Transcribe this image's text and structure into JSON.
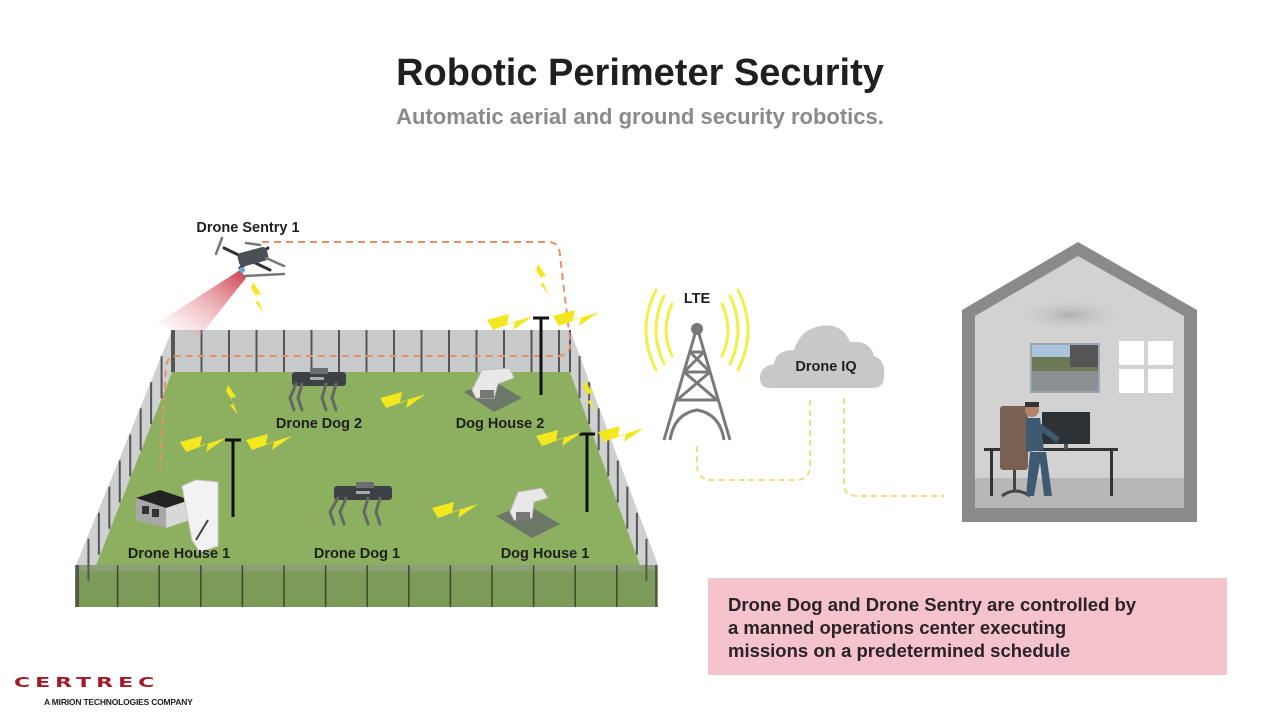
{
  "header": {
    "title": "Robotic Perimeter Security",
    "subtitle": "Automatic aerial and ground security robotics."
  },
  "scene": {
    "drone_sentry_label": "Drone Sentry 1",
    "devices": [
      {
        "label": "Drone Dog 2",
        "type": "robot-dog"
      },
      {
        "label": "Dog House 2",
        "type": "dog-house"
      },
      {
        "label": "Drone House 1",
        "type": "drone-house"
      },
      {
        "label": "Drone Dog 1",
        "type": "robot-dog"
      },
      {
        "label": "Dog House 1",
        "type": "dog-house"
      }
    ],
    "lte_label": "LTE",
    "cloud_label": "Drone IQ",
    "operations_center": "manned-operations-center"
  },
  "colors": {
    "grass": "#8cb060",
    "fence": "#c9cacb",
    "signal": "#f3e81f",
    "drone_path": "#e8906a",
    "data_link": "#f1dc8a",
    "building": "#8a8a8a",
    "note_bg": "#f5c3cc",
    "brand": "#a3192a"
  },
  "note": {
    "lines": [
      "Drone Dog and Drone Sentry are controlled by",
      "a manned operations center executing",
      "missions on a predetermined schedule"
    ]
  },
  "logo": {
    "wordmark": "CERTREC",
    "tagline": "A MIRION TECHNOLOGIES COMPANY"
  }
}
